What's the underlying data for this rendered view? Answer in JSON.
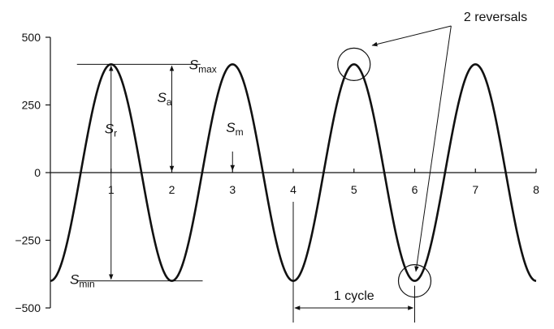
{
  "chart_data": {
    "type": "line",
    "xlim": [
      0,
      8
    ],
    "ylim": [
      -500,
      500
    ],
    "xticks": [
      1,
      2,
      3,
      4,
      5,
      6,
      7,
      8
    ],
    "xtick_labels": [
      "1",
      "2",
      "3",
      "4",
      "5",
      "6",
      "7",
      "8"
    ],
    "yticks": [
      500,
      250,
      0,
      -250,
      -500
    ],
    "ytick_labels": [
      "500",
      "250",
      "0",
      "−250",
      "−500"
    ],
    "series": [
      {
        "amplitude": 400,
        "mean": 0,
        "period": 2,
        "peak_at": 1,
        "x_start": 0,
        "x_end": 8
      }
    ],
    "annotations": {
      "s_max": {
        "symbol": "S",
        "subscript": "max",
        "value": 400
      },
      "s_min": {
        "symbol": "S",
        "subscript": "min",
        "value": -400
      },
      "s_a": {
        "symbol": "S",
        "subscript": "a"
      },
      "s_r": {
        "symbol": "S",
        "subscript": "r"
      },
      "s_m": {
        "symbol": "S",
        "subscript": "m",
        "value": 0
      },
      "reversals_label": "2 reversals",
      "reversal_points": [
        [
          5,
          400
        ],
        [
          6,
          -400
        ]
      ],
      "cycle_label": "1 cycle",
      "cycle_span": [
        4,
        6
      ]
    }
  }
}
